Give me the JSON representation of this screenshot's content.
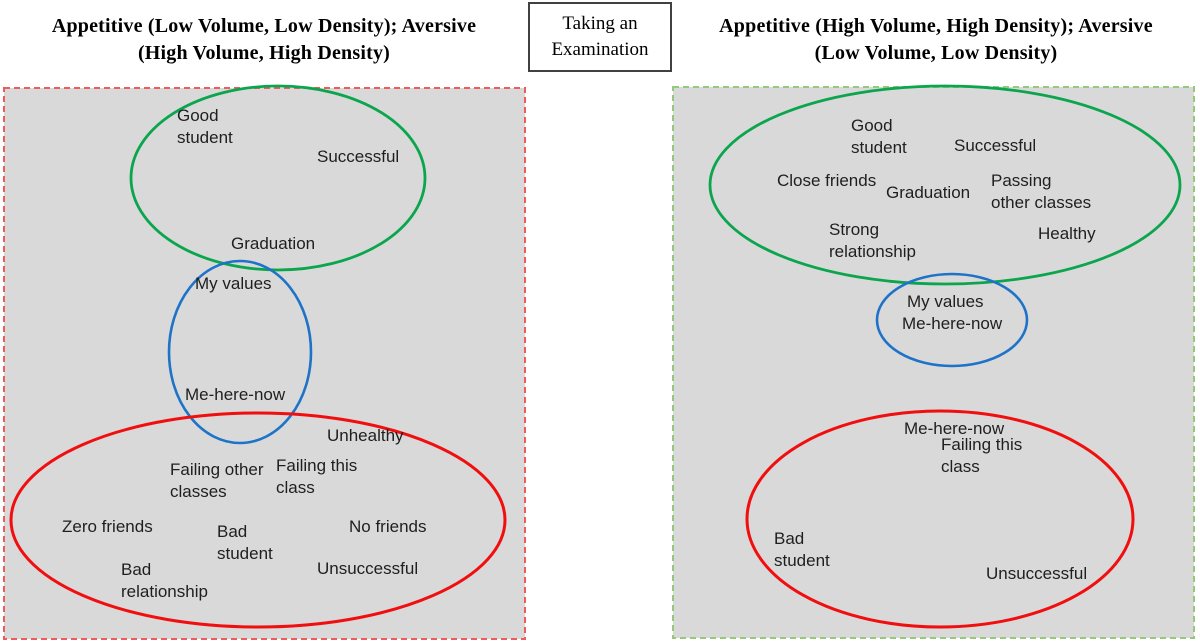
{
  "figure_title": "Taking an Examination",
  "center_box": {
    "line1": "Taking an",
    "line2": "Examination"
  },
  "colors": {
    "panel_bg": "#d9d9d9",
    "left_panel_border": "#ee5b5b",
    "right_panel_border": "#96c87c",
    "appetitive_ellipse": "#0aa54d",
    "self_ellipse": "#1e73c8",
    "aversive_ellipse": "#f10e0e"
  },
  "left_panel": {
    "title_line1": "Appetitive (Low Volume, Low Density); Aversive",
    "title_line2": "(High Volume, High Density)",
    "appetitive": {
      "good_student": "Good\nstudent",
      "successful": "Successful",
      "graduation": "Graduation"
    },
    "self": {
      "my_values": "My values",
      "me_here_now": "Me-here-now"
    },
    "aversive": {
      "unhealthy": "Unhealthy",
      "failing_other": "Failing other\nclasses",
      "failing_this": "Failing this\nclass",
      "zero_friends": "Zero friends",
      "bad_student": "Bad\nstudent",
      "no_friends": "No friends",
      "bad_relationship": "Bad\nrelationship",
      "unsuccessful": "Unsuccessful"
    }
  },
  "right_panel": {
    "title_line1": "Appetitive (High Volume, High Density); Aversive",
    "title_line2": "(Low Volume, Low Density)",
    "appetitive": {
      "good_student": "Good\nstudent",
      "successful": "Successful",
      "close_friends": "Close friends",
      "graduation": "Graduation",
      "passing_other": "Passing\nother classes",
      "strong_relationship": "Strong\nrelationship",
      "healthy": "Healthy"
    },
    "self": {
      "my_values": "My values",
      "me_here_now": "Me-here-now"
    },
    "aversive": {
      "me_here_now": "Me-here-now",
      "failing_this": "Failing this\nclass",
      "bad_student": "Bad\nstudent",
      "unsuccessful": "Unsuccessful"
    }
  }
}
